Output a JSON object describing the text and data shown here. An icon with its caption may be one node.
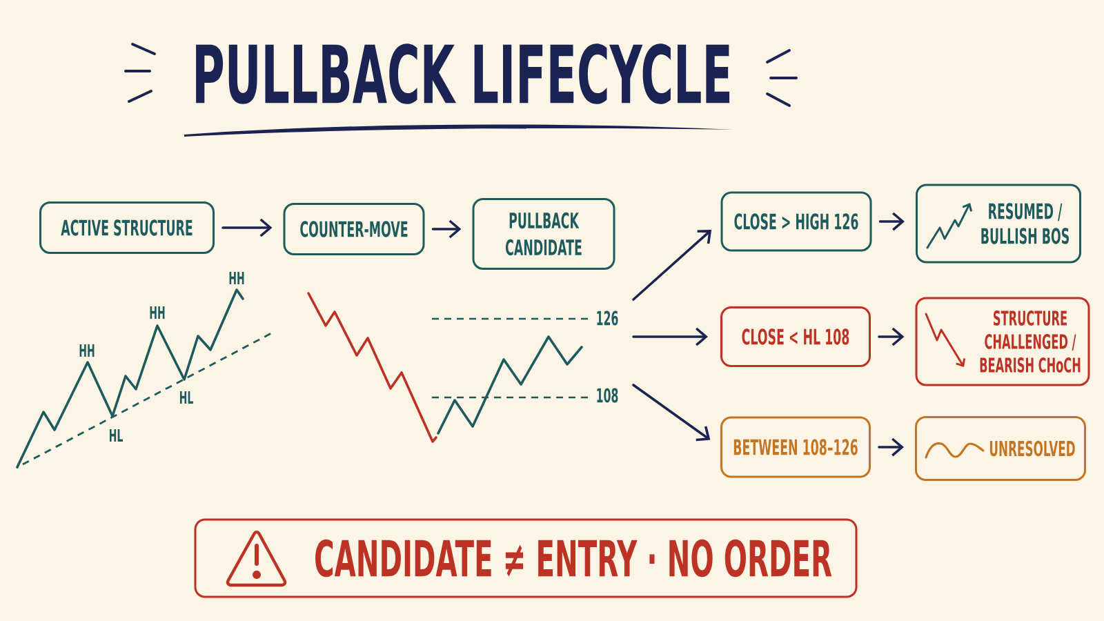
{
  "diagram": {
    "title": "PULLBACK LIFECYCLE",
    "nodes": [
      {
        "text": [
          "ACTIVE STRUCTURE"
        ]
      },
      {
        "text": [
          "COUNTER-MOVE"
        ]
      },
      {
        "text": [
          "PULLBACK CANDIDATE"
        ]
      },
      {
        "text": [
          "CLOSE > HIGH 126"
        ]
      },
      {
        "text": [
          "RESUMED / BULLISH BOS"
        ]
      },
      {
        "text": [
          "CLOSE < HL 108"
        ]
      },
      {
        "text": [
          "STRUCTURE CHALLENGED / BEARISH CHoCH"
        ]
      },
      {
        "text": [
          "BETWEEN 108–126"
        ]
      },
      {
        "text": [
          "UNRESOLVED"
        ]
      },
      {
        "text": [
          "CANDIDATE ≠ ENTRY · NO ORDER"
        ]
      }
    ],
    "edges": [
      {
        "from": 0,
        "to": 1,
        "arrow": "to"
      },
      {
        "from": 1,
        "to": 2,
        "arrow": "to"
      },
      {
        "from": null,
        "to": 3,
        "arrow": "to"
      },
      {
        "from": null,
        "to": 5,
        "arrow": "to"
      },
      {
        "from": null,
        "to": 7,
        "arrow": "to"
      },
      {
        "from": 3,
        "to": 4,
        "arrow": "to"
      },
      {
        "from": 5,
        "to": 6,
        "arrow": "to"
      },
      {
        "from": 7,
        "to": 8,
        "arrow": "to"
      }
    ],
    "labels": [
      "HH",
      "HH",
      "HH",
      "HL",
      "HL",
      "126",
      "108"
    ]
  }
}
